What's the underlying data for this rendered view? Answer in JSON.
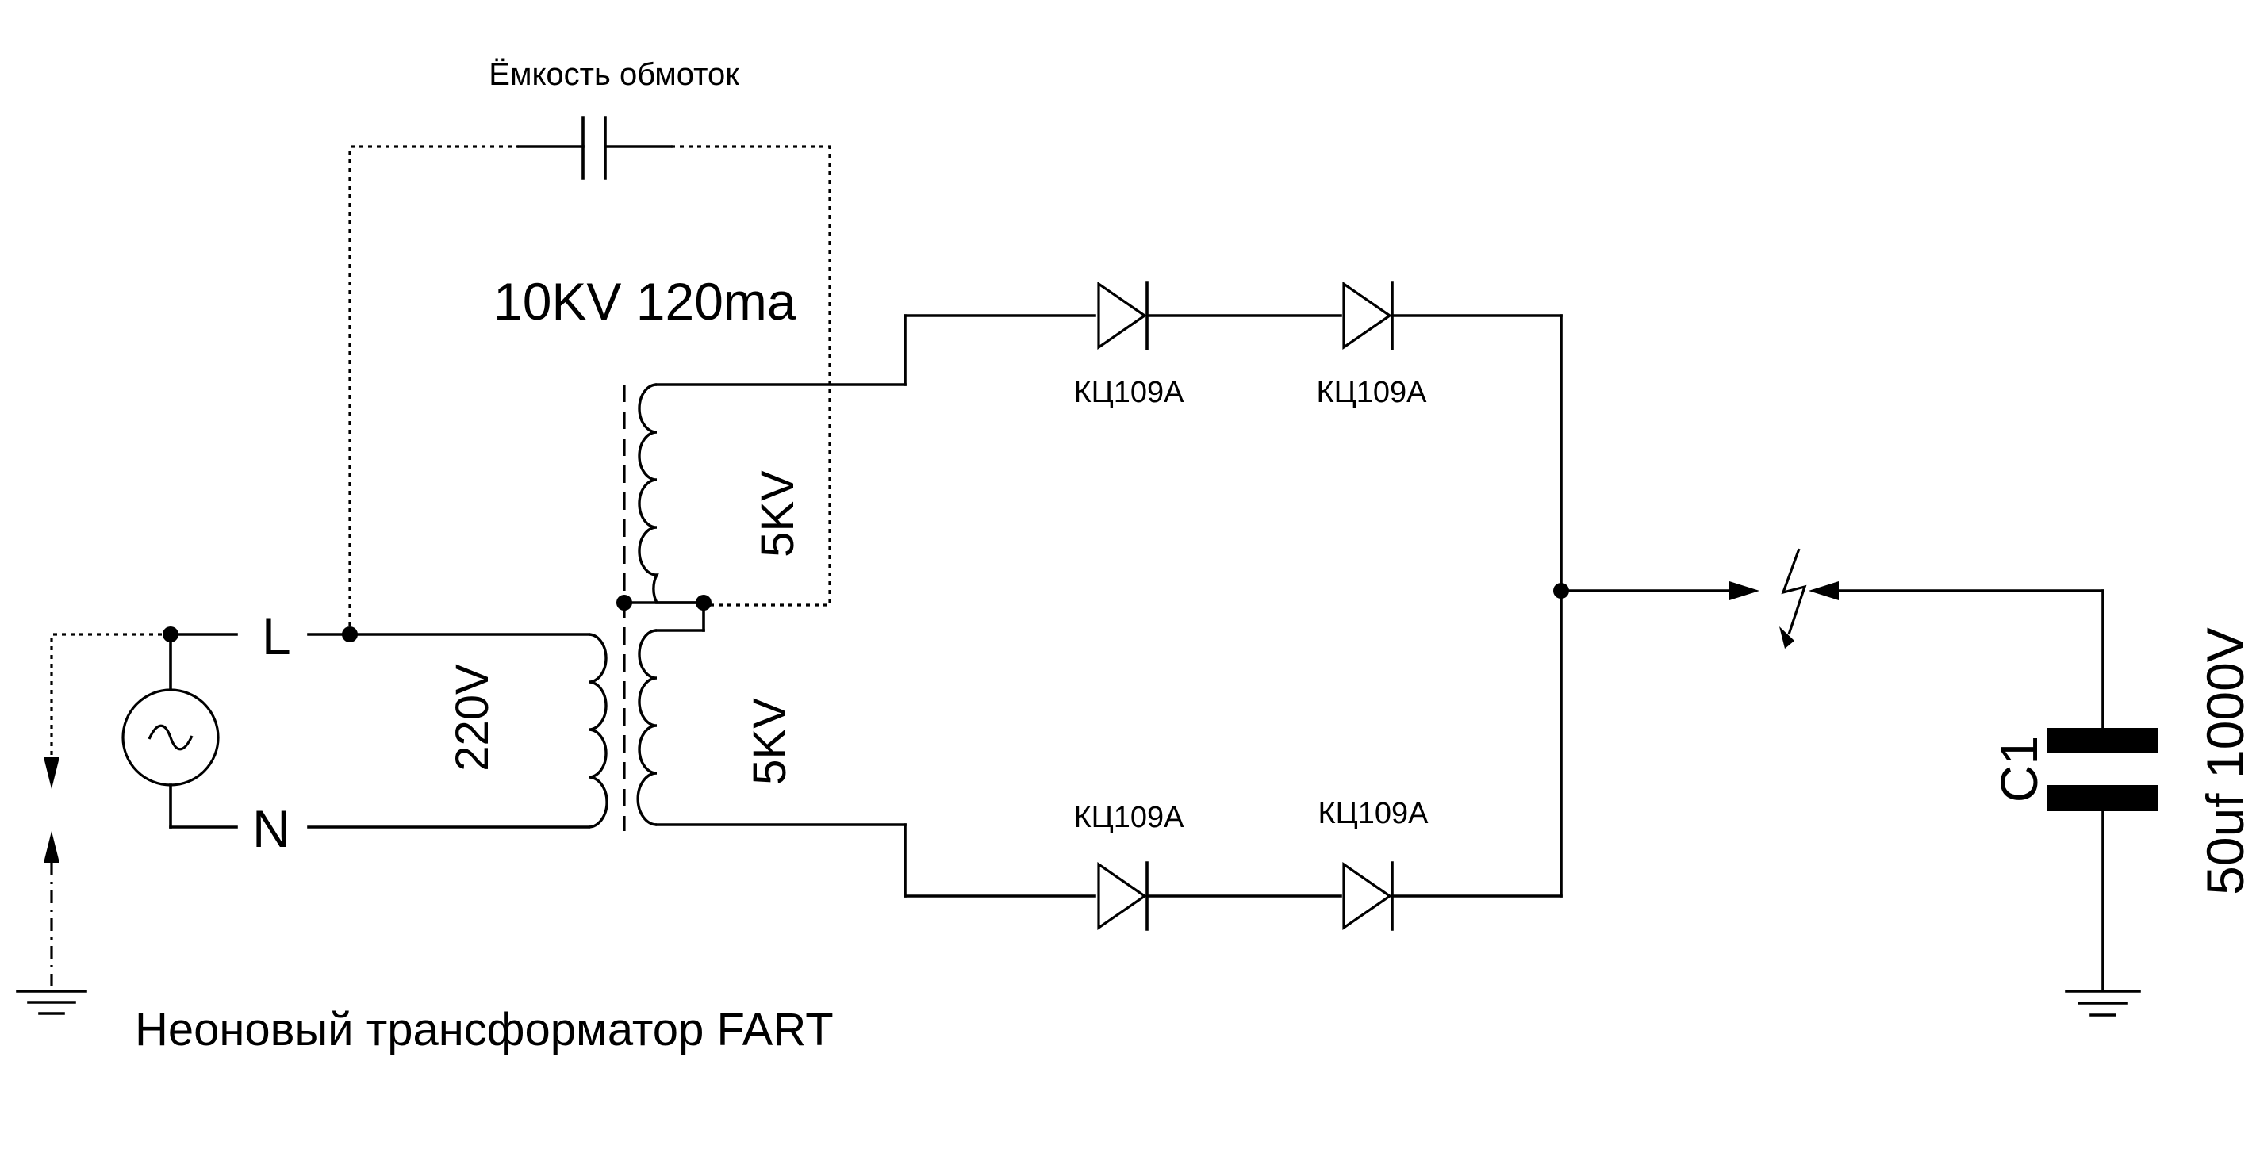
{
  "winding_capacitance_label": "Ёмкость обмоток",
  "transformer_rating_label": "10KV 120ma",
  "secondary_upper_label": "5KV",
  "secondary_lower_label": "5KV",
  "primary_label": "220V",
  "terminal_line_label": "L",
  "terminal_neutral_label": "N",
  "diodes": {
    "top_left_label": "КЦ109А",
    "top_right_label": "КЦ109А",
    "bottom_left_label": "КЦ109А",
    "bottom_right_label": "КЦ109А"
  },
  "capacitor_name_label": "C1",
  "capacitor_value_label": "50uf 1000V",
  "caption": "Неоновый трансформатор FART",
  "colors": {
    "ink": "#000000",
    "background": "#ffffff"
  },
  "icons": {
    "ac_source": "ac-source-icon",
    "spark_gap": "spark-gap-icon",
    "ground": "ground-icon"
  }
}
